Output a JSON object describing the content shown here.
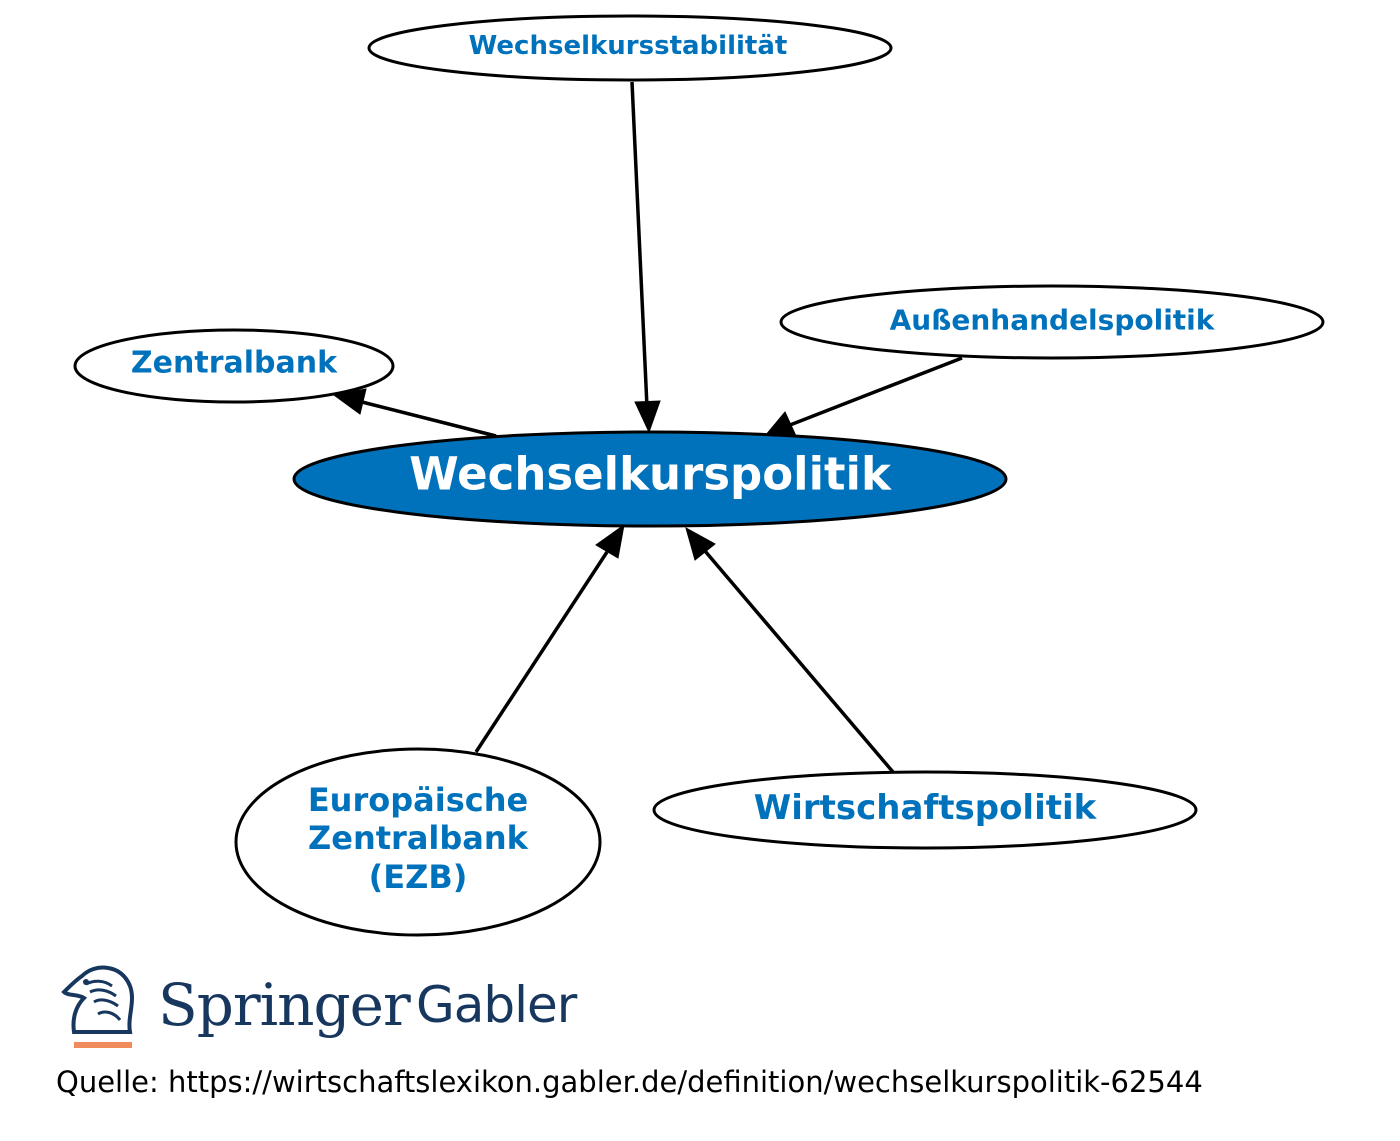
{
  "colors": {
    "accent": "#0072bc",
    "node_fill": "#ffffff",
    "central_fill": "#0072bc",
    "central_text": "#ffffff",
    "stroke": "#000000",
    "logo_text": "#17375e",
    "logo_underline": "#f08b5b"
  },
  "diagram": {
    "central": {
      "label": "Wechselkurspolitik"
    },
    "nodes": {
      "wechselkursstabilitaet": {
        "label": "Wechselkursstabilität",
        "direction": "in"
      },
      "aussenhandelspolitik": {
        "label": "Außenhandelspolitik",
        "direction": "in"
      },
      "zentralbank": {
        "label": "Zentralbank",
        "direction": "out"
      },
      "ezb": {
        "lines": [
          "Europäische",
          "Zentralbank",
          "(EZB)"
        ],
        "direction": "in"
      },
      "wirtschaftspolitik": {
        "label": "Wirtschaftspolitik",
        "direction": "in"
      }
    }
  },
  "logo": {
    "icon": "horse-head-icon",
    "brand": "Springer",
    "imprint": "Gabler"
  },
  "source": {
    "text": "Quelle: https://wirtschaftslexikon.gabler.de/definition/wechselkurspolitik-62544"
  }
}
